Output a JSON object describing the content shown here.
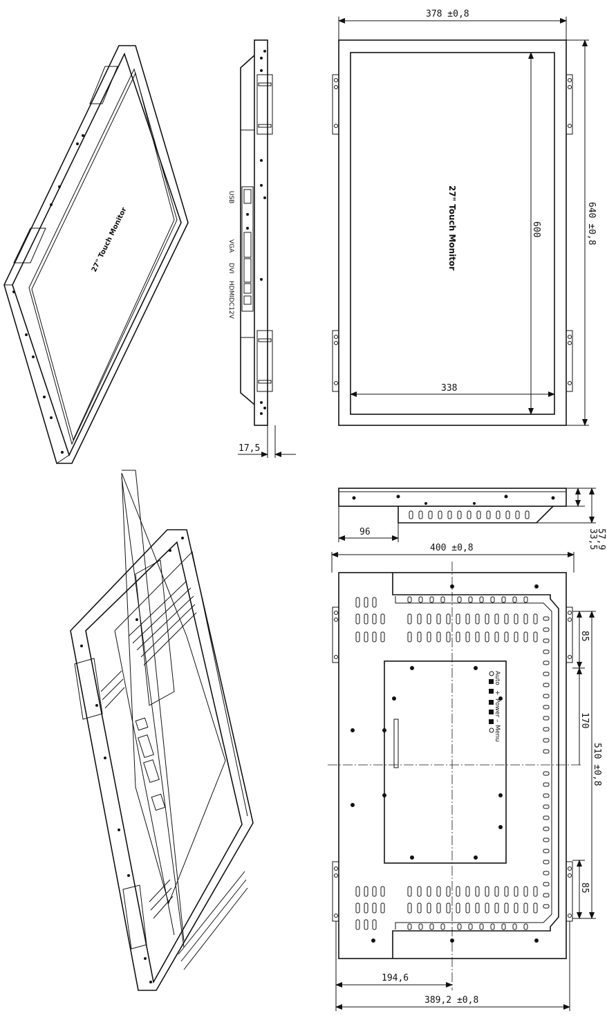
{
  "drawing": {
    "front_view": {
      "width_label": "378  ±0,8",
      "height_label": "640  ±0,8",
      "inner_height_label": "600",
      "inner_width_label": "338",
      "product_label": "27\" Touch Monitor"
    },
    "side_view": {
      "ports": [
        "USB",
        "VGA",
        "DVI",
        "HDMI",
        "DC12V"
      ],
      "depth_label": "17,5"
    },
    "top_view": {
      "offset_label": "96",
      "depth_total_label": "57,9",
      "depth_body_label": "33,5"
    },
    "rear_view": {
      "width_label": "400  ±0,8",
      "height_label": "510  ±0,8",
      "spacing_top_label": "85",
      "spacing_mid_label": "170",
      "spacing_bottom_label": "85",
      "center_offset_label": "194,6",
      "overall_label": "389,2  ±0,8",
      "button_labels": [
        "Auto",
        "+",
        "Power",
        "–",
        "Menu"
      ]
    },
    "iso_front": {
      "product_label": "27\" Touch Monitor"
    }
  }
}
